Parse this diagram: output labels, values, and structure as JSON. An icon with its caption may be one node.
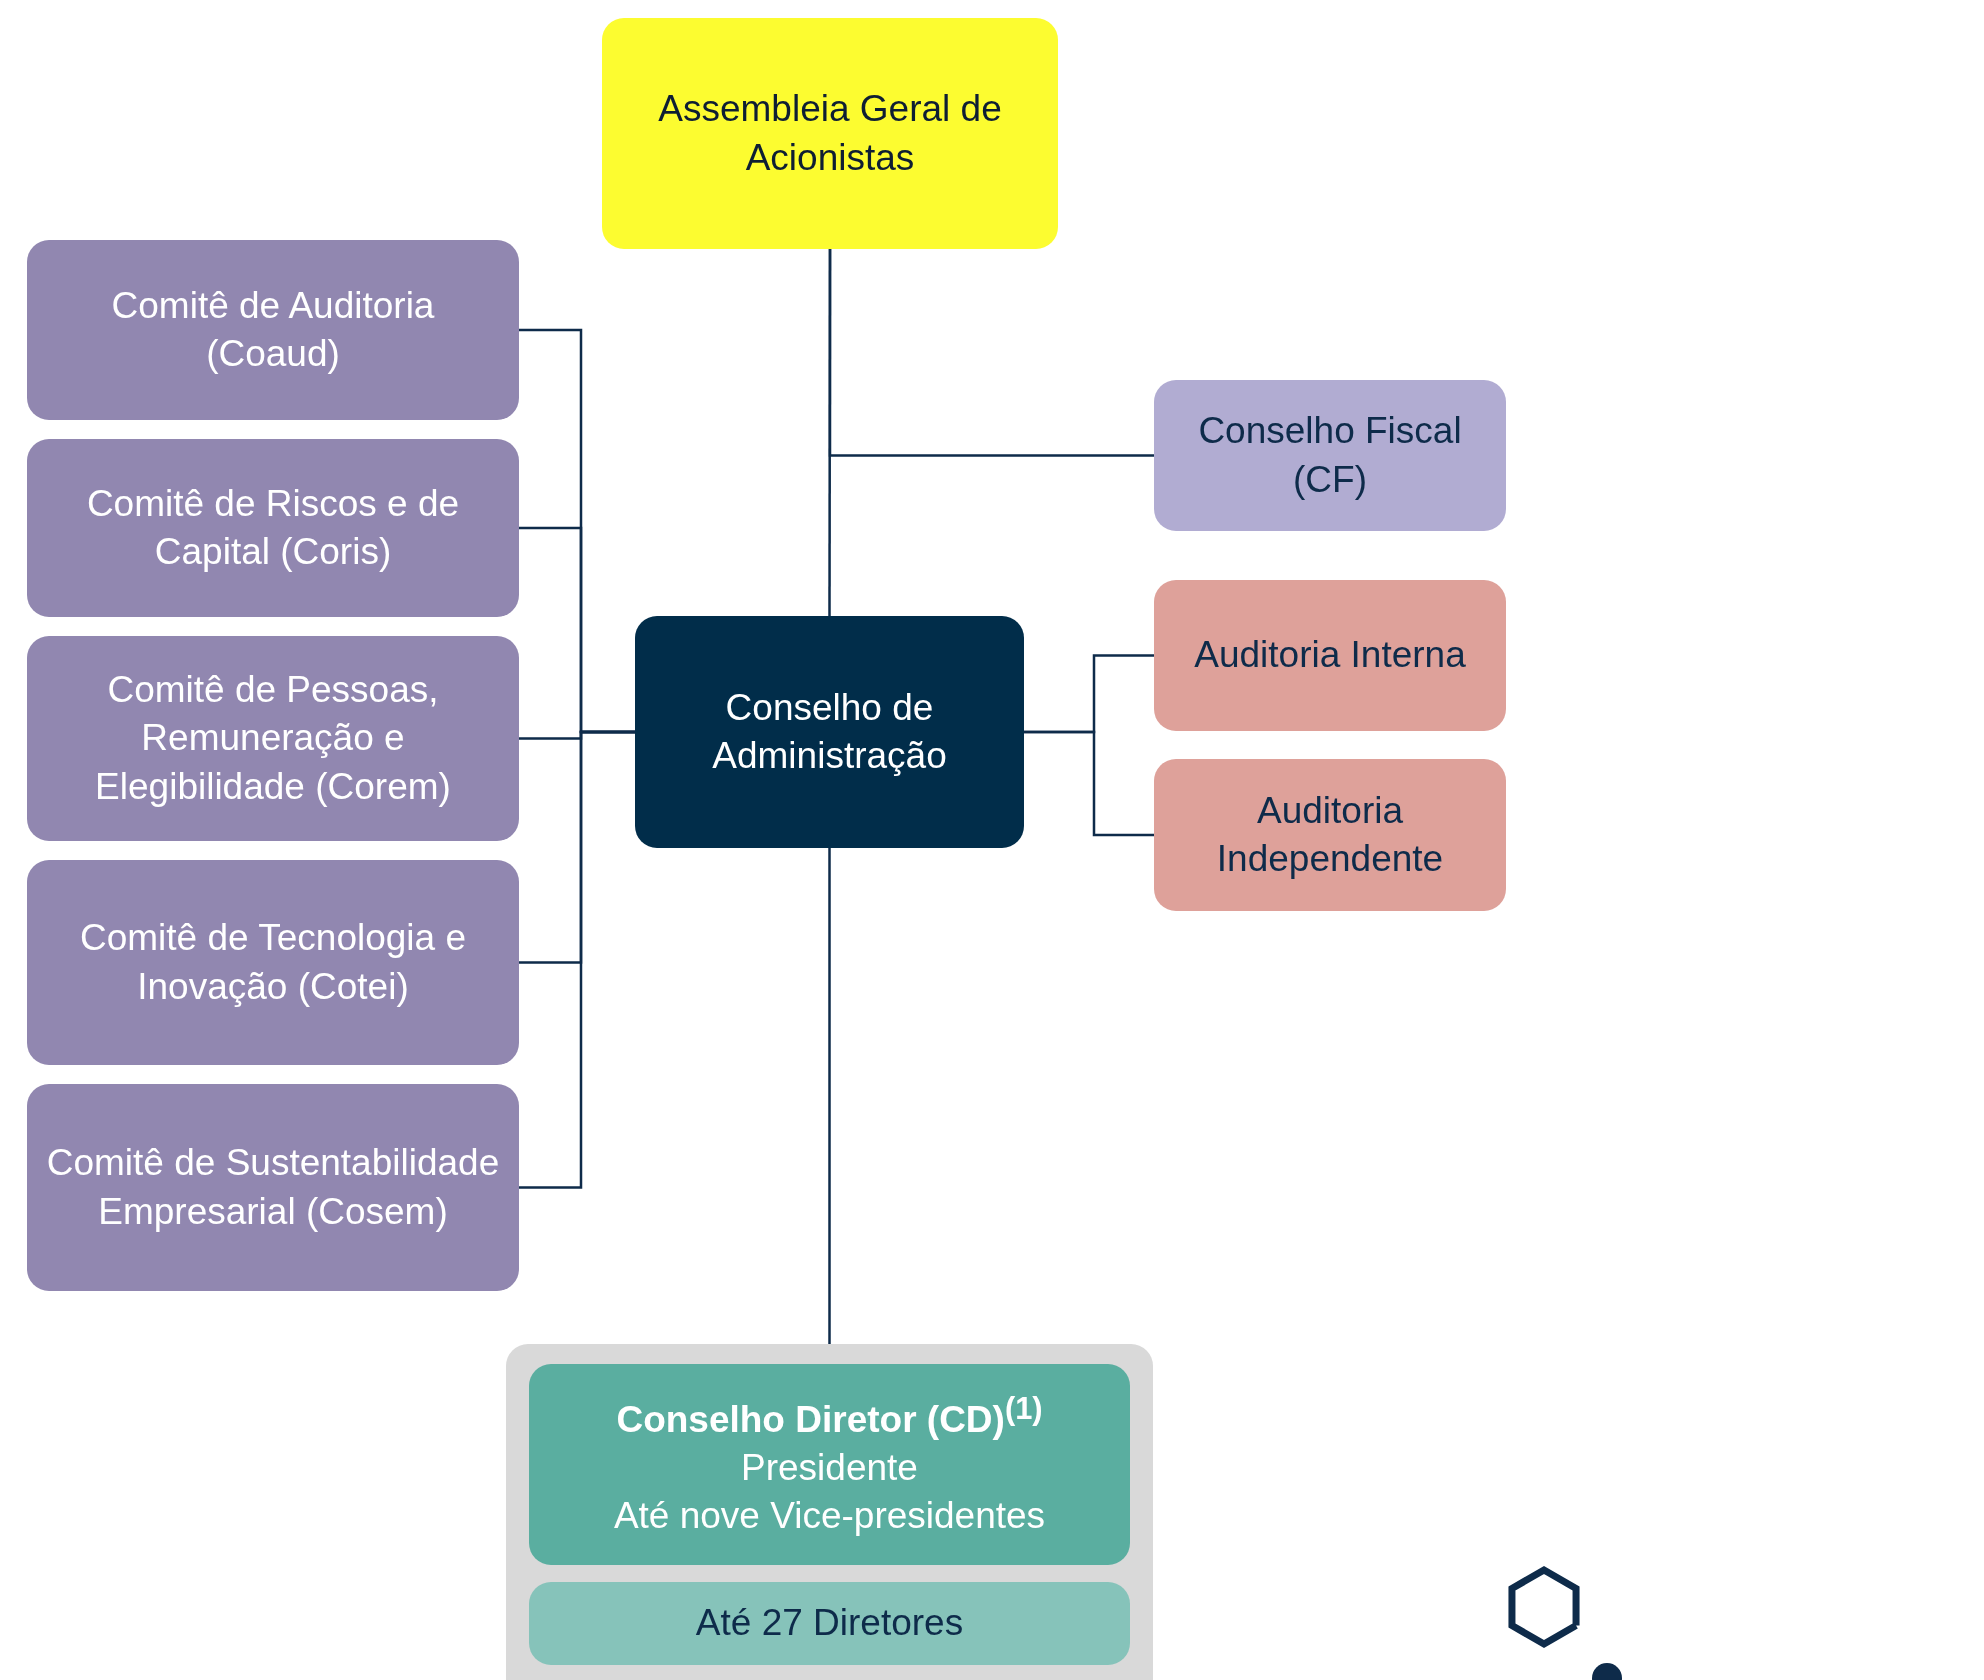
{
  "diagram": {
    "nodes": [
      {
        "text": [
          "Assembleia Geral de Acionistas"
        ]
      },
      {
        "text": [
          "Comitê de Auditoria (Coaud)"
        ]
      },
      {
        "text": [
          "Comitê de Riscos e de Capital (Coris)"
        ]
      },
      {
        "text": [
          "Conselho Fiscal (CF)"
        ]
      },
      {
        "text": [
          "Comitê de Pessoas, Remuneração e Elegibilidade (Corem)"
        ]
      },
      {
        "text": [
          "Conselho de Administração"
        ]
      },
      {
        "text": [
          "Auditoria Interna"
        ]
      },
      {
        "text": [
          "Auditoria Independente"
        ]
      },
      {
        "text": [
          "Comitê de Tecnologia e Inovação (Cotei)"
        ]
      },
      {
        "text": [
          "Comitê de Sustentabilidade Empresarial (Cosem)"
        ]
      },
      {
        "text": [],
        "shape": "box"
      },
      {
        "text": [
          "Conselho Diretor (CD)$^{(1)}$",
          "Presidente",
          "Até nove Vice-presidentes"
        ],
        "in": 10
      },
      {
        "text": [
          "Até 27 Diretores"
        ],
        "in": 10
      }
    ],
    "edges": [
      {
        "from": 0,
        "to": 3,
        "arrow": "none"
      },
      {
        "from": 0,
        "to": 5,
        "arrow": "none"
      },
      {
        "from": 5,
        "to": 1,
        "arrow": "none"
      },
      {
        "from": 5,
        "to": 2,
        "arrow": "none"
      },
      {
        "from": 5,
        "to": 4,
        "arrow": "none"
      },
      {
        "from": 5,
        "to": 8,
        "arrow": "none"
      },
      {
        "from": 5,
        "to": 9,
        "arrow": "none"
      },
      {
        "from": 5,
        "to": 6,
        "arrow": "none"
      },
      {
        "from": 5,
        "to": 7,
        "arrow": "none"
      },
      {
        "from": 5,
        "to": 10,
        "arrow": "none"
      }
    ]
  }
}
